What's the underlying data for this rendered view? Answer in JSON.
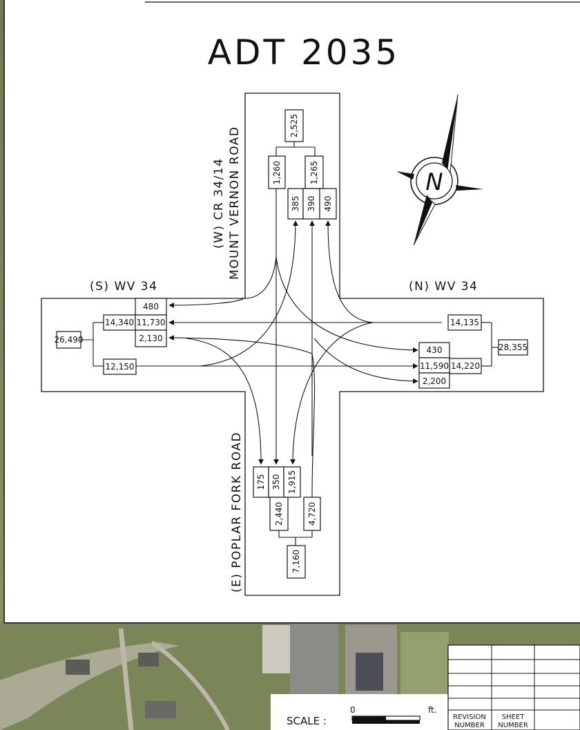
{
  "title": "ADT 2035",
  "colors": {
    "line": "#111111",
    "paper": "#ffffff",
    "aerial_green": "#7d8a5c",
    "aerial_road": "#b7b2a4"
  },
  "icons": {
    "north_arrow": "compass-north-icon",
    "north_letter": "N"
  },
  "roads": {
    "west": {
      "line1": "(W) CR 34/14",
      "line2": "MOUNT VERNON ROAD"
    },
    "south": "(S) WV 34",
    "north": "(N) WV 34",
    "east": "(E) POPLAR FORK ROAD"
  },
  "west_leg": {
    "total": "2,525",
    "outbound": "1,260",
    "inbound": "1,265",
    "movements": [
      "385",
      "390",
      "490"
    ]
  },
  "south_leg": {
    "total": "26,490",
    "inbound": "14,340",
    "outbound": "12,150",
    "movements": [
      "480",
      "11,730",
      "2,130"
    ]
  },
  "north_leg": {
    "total": "28,355",
    "outbound": "14,135",
    "inbound": "14,220",
    "movements": [
      "430",
      "11,590",
      "2,200"
    ]
  },
  "east_leg": {
    "total": "7,160",
    "inbound": "2,440",
    "outbound": "4,720",
    "movements": [
      "175",
      "350",
      "1,915"
    ]
  },
  "scale": {
    "label": "SCALE :",
    "zero": "0",
    "unit": "ft."
  },
  "title_block": {
    "revision": [
      "REVISION",
      "NUMBER"
    ],
    "sheet": [
      "SHEET",
      "NUMBER"
    ]
  }
}
